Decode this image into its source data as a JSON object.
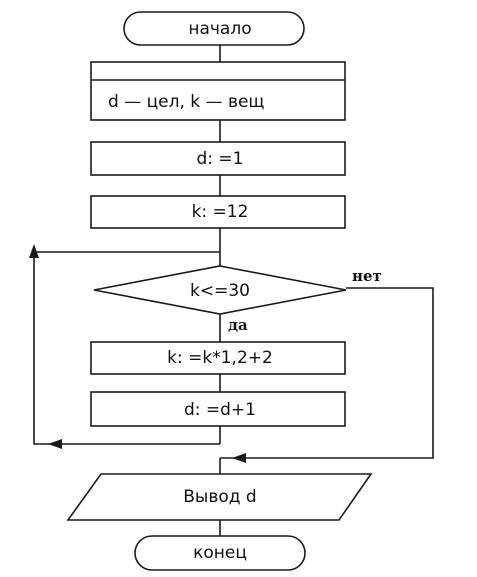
{
  "flowchart": {
    "start": "начало",
    "declaration": "d — цел, k — вещ",
    "assign_d": "d: =1",
    "assign_k": "k: =12",
    "condition": "k<=30",
    "branch_no": "нет",
    "branch_yes": "да",
    "update_k": "k: =k*1,2+2",
    "update_d": "d: =d+1",
    "output": "Вывод d",
    "end": "конец"
  }
}
